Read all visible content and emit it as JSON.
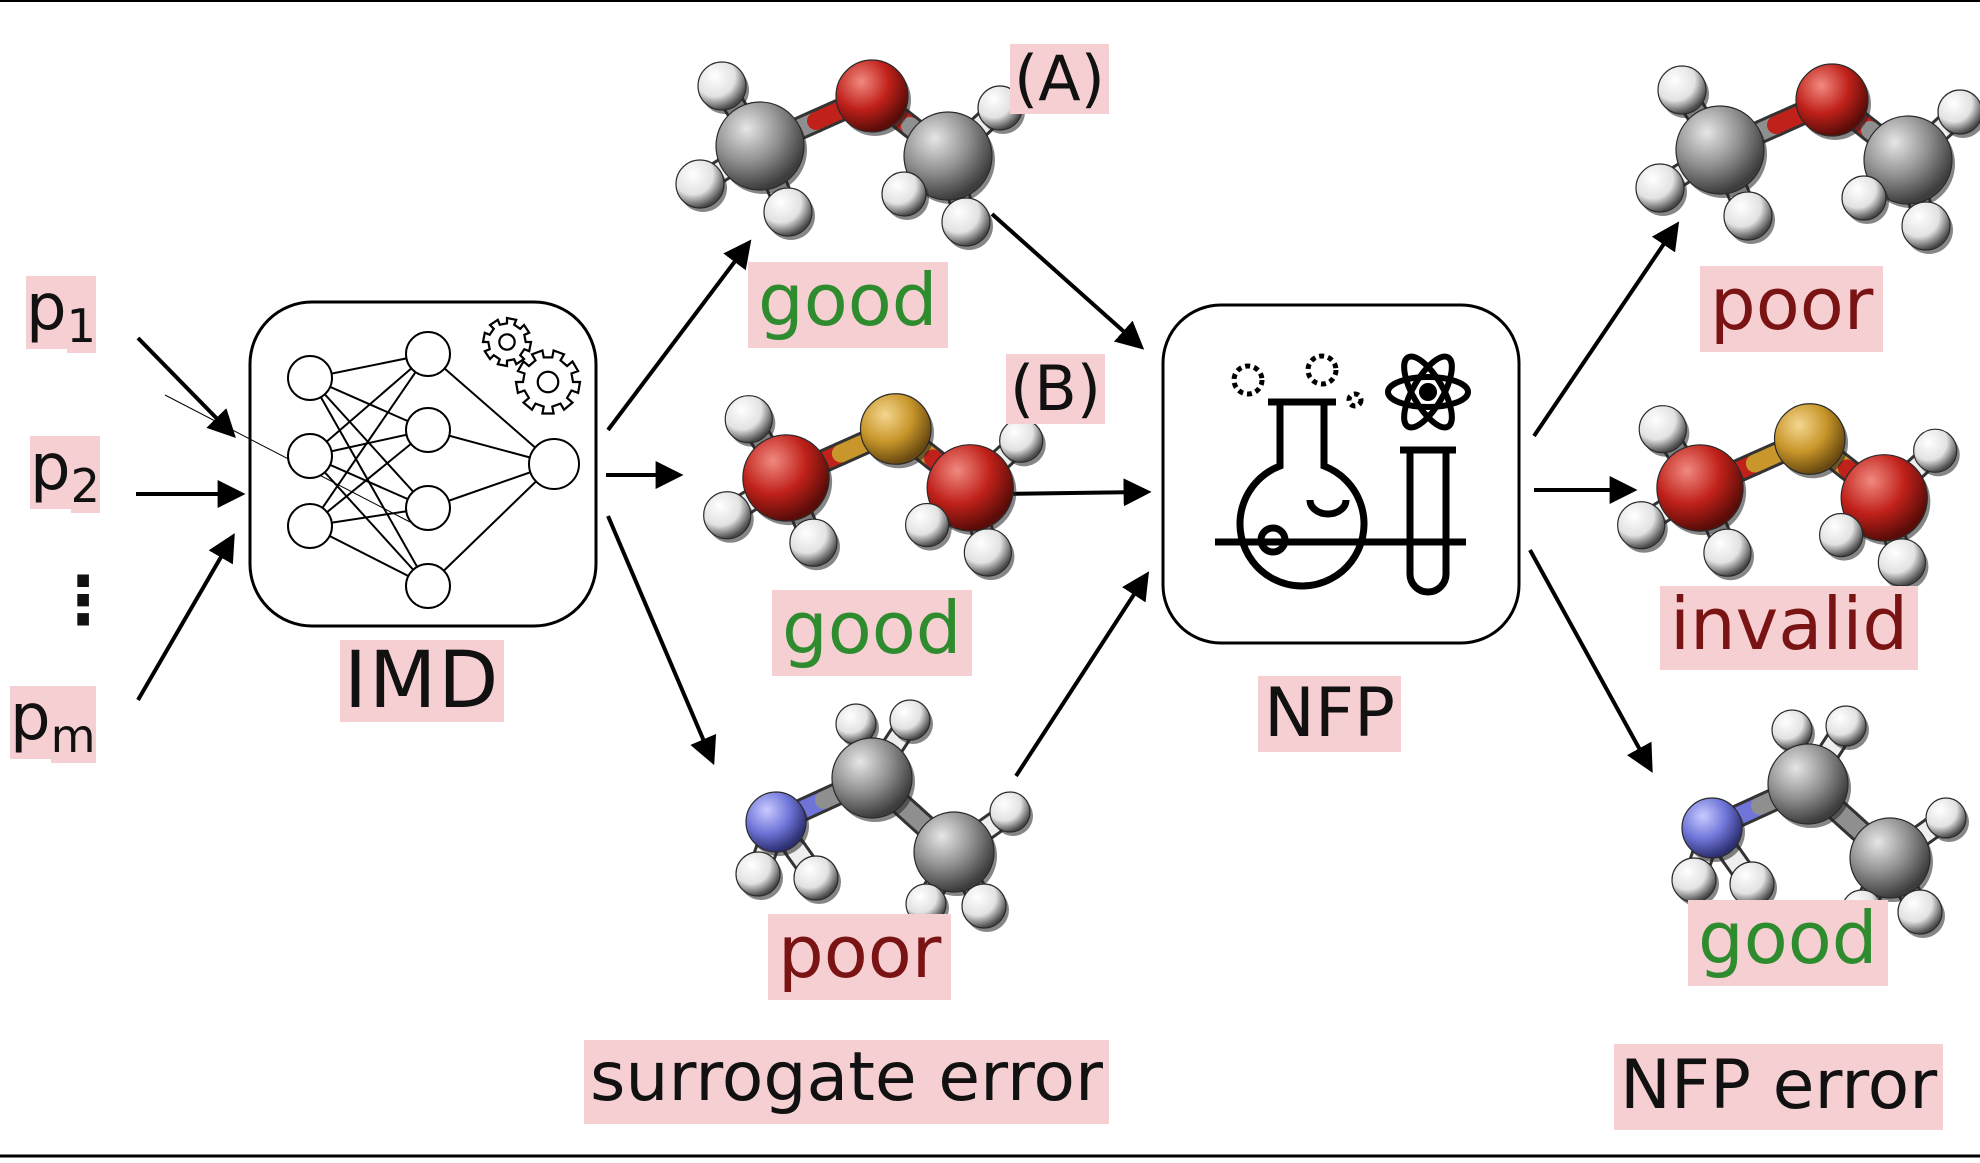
{
  "inputs": {
    "p1": {
      "base": "p",
      "sub": "1"
    },
    "p2": {
      "base": "p",
      "sub": "2"
    },
    "ellipsis": "⋮",
    "pm": {
      "base": "p",
      "sub": "m"
    }
  },
  "imd": {
    "label": "IMD"
  },
  "nfp": {
    "label": "NFP"
  },
  "candidates": [
    {
      "molecule": "dimethyl ether",
      "rating": "good",
      "tag": "(A)"
    },
    {
      "molecule": "sulfur compound",
      "rating": "good",
      "tag": "(B)"
    },
    {
      "molecule": "ethylamine",
      "rating": "poor"
    }
  ],
  "results": [
    {
      "molecule": "dimethyl ether",
      "rating": "poor"
    },
    {
      "molecule": "sulfur compound",
      "rating": "invalid"
    },
    {
      "molecule": "ethylamine",
      "rating": "good"
    }
  ],
  "footer": {
    "surrogate_error": "surrogate error",
    "nfp_error": "NFP error"
  },
  "colors": {
    "good": "#2e8b2e",
    "poor": "#7a1414",
    "label_bg": "#f6cfd2",
    "carbon": "#8f8f8f",
    "oxygen": "#c0211a",
    "sulfur": "#c8962a",
    "nitrogen": "#6f75d8",
    "hydrogen": "#eeeeee"
  },
  "icons": [
    "neural-network-icon",
    "gear-icon",
    "flask-icon",
    "atom-icon",
    "test-tube-icon",
    "bubbles-icon"
  ]
}
